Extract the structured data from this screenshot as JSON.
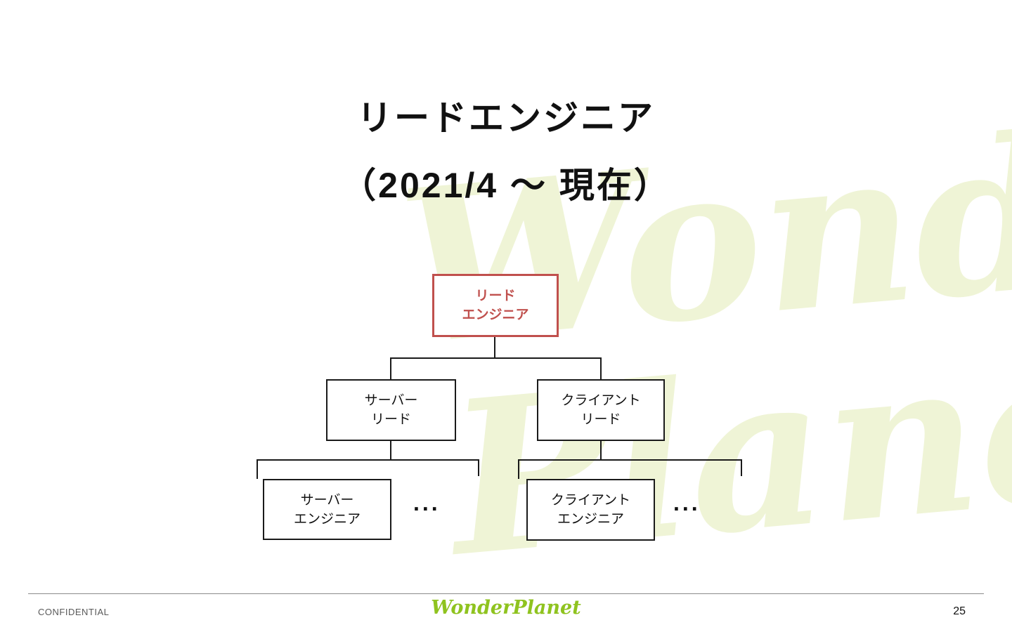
{
  "slide": {
    "title": {
      "line1": "リードエンジニア",
      "line2": "（2021/4 〜 現在）"
    },
    "watermark": {
      "word1": "Wonder",
      "word2": "Planet"
    },
    "footer": {
      "confidential": "CONFIDENTIAL",
      "logo": "WonderPlanet",
      "page": "25"
    }
  },
  "org": {
    "lead": {
      "line1": "リード",
      "line2": "エンジニア"
    },
    "server_lead": {
      "line1": "サーバー",
      "line2": "リード"
    },
    "client_lead": {
      "line1": "クライアント",
      "line2": "リード"
    },
    "server_engineer": {
      "line1": "サーバー",
      "line2": "エンジニア"
    },
    "client_engineer": {
      "line1": "クライアント",
      "line2": "エンジニア"
    },
    "ellipsis": "..."
  },
  "colors": {
    "accent_red": "#c0504d",
    "box_border": "#1a1a1a",
    "logo_green": "#8fc31f",
    "watermark_green": "#eff4d6",
    "confidential_gray": "#595959"
  }
}
